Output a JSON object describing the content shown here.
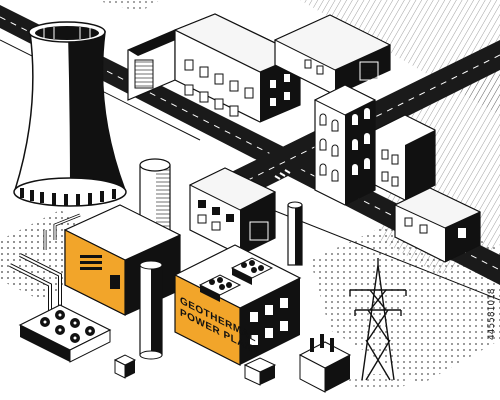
{
  "sign": {
    "line1": "GEOTHERMAL",
    "line2": "POWER PLANT"
  },
  "watermark": {
    "id": "445581018"
  },
  "colors": {
    "accent": "#f2a52a",
    "ink": "#111111",
    "paper": "#ffffff",
    "road": "#1a1a1a"
  }
}
